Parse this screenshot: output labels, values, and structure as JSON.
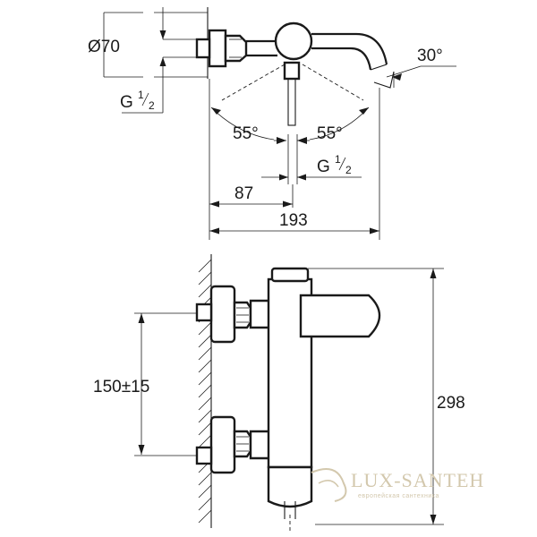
{
  "top_view": {
    "dims": {
      "diameter": "Ø70",
      "thread_left": {
        "main": "G",
        "num": "1",
        "den": "2"
      },
      "thread_center": {
        "main": "G",
        "num": "1",
        "den": "2"
      },
      "angle_left": "55°",
      "angle_right": "55°",
      "angle_spout": "30°",
      "offset": "87",
      "total_length": "193"
    }
  },
  "front_view": {
    "dims": {
      "spacing": "150±15",
      "height": "298"
    }
  },
  "watermark": {
    "brand": "LUX-SANTEH",
    "tagline": "европейская сантехника",
    "color": "#d3c8ad"
  }
}
